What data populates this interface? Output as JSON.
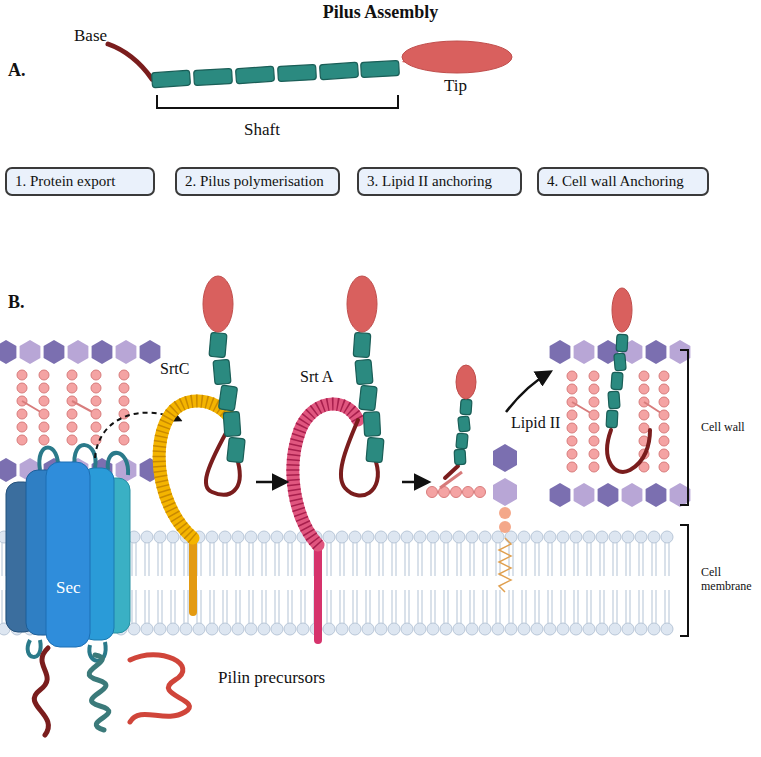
{
  "diagram": {
    "title": "Pilus Assembly",
    "nodes": [
      {
        "text": [
          "1. Protein export"
        ]
      },
      {
        "text": [
          "2. Pilus polymerisation"
        ]
      },
      {
        "text": [
          "3. Lipid II anchoring"
        ]
      },
      {
        "text": [
          "4. Cell wall Anchoring"
        ]
      }
    ],
    "labels": [
      "A.",
      "Base",
      "Tip",
      "Shaft",
      "B.",
      "SrtC",
      "Srt A",
      "Lipid II",
      "Sec",
      "Pilin precursors",
      "Cell wall",
      "Cell membrane"
    ]
  }
}
